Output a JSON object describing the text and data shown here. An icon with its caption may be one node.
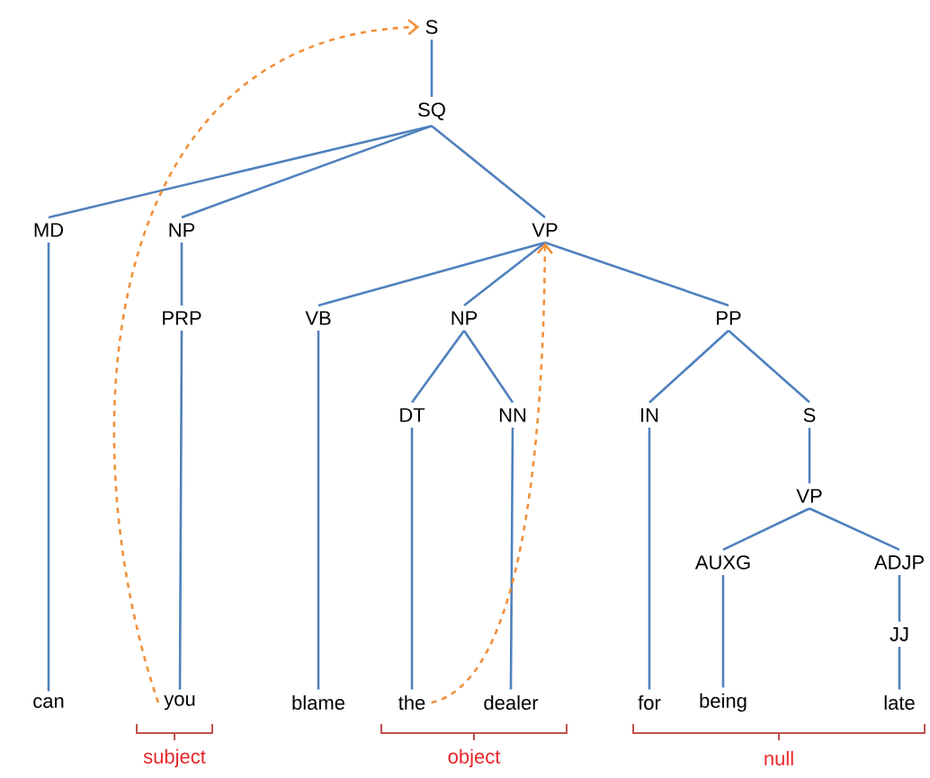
{
  "diagram": {
    "nodes": [
      {
        "text": [
          "S"
        ]
      },
      {
        "text": [
          "SQ"
        ]
      },
      {
        "text": [
          "MD"
        ]
      },
      {
        "text": [
          "NP"
        ]
      },
      {
        "text": [
          "VP"
        ]
      },
      {
        "text": [
          "PRP"
        ]
      },
      {
        "text": [
          "VB"
        ]
      },
      {
        "text": [
          "NP"
        ]
      },
      {
        "text": [
          "PP"
        ]
      },
      {
        "text": [
          "DT"
        ]
      },
      {
        "text": [
          "NN"
        ]
      },
      {
        "text": [
          "IN"
        ]
      },
      {
        "text": [
          "S"
        ]
      },
      {
        "text": [
          "VP"
        ]
      },
      {
        "text": [
          "AUXG"
        ]
      },
      {
        "text": [
          "ADJP"
        ]
      },
      {
        "text": [
          "JJ"
        ]
      },
      {
        "text": [
          "can"
        ]
      },
      {
        "text": [
          "you"
        ]
      },
      {
        "text": [
          "blame"
        ]
      },
      {
        "text": [
          "the"
        ]
      },
      {
        "text": [
          "dealer"
        ]
      },
      {
        "text": [
          "for"
        ]
      },
      {
        "text": [
          "being"
        ]
      },
      {
        "text": [
          "late"
        ]
      }
    ],
    "edges": [
      {
        "from": 0,
        "to": 1,
        "arrow": "none"
      },
      {
        "from": 1,
        "to": 2,
        "arrow": "none"
      },
      {
        "from": 1,
        "to": 3,
        "arrow": "none"
      },
      {
        "from": 1,
        "to": 4,
        "arrow": "none"
      },
      {
        "from": 3,
        "to": 5,
        "arrow": "none"
      },
      {
        "from": 4,
        "to": 6,
        "arrow": "none"
      },
      {
        "from": 4,
        "to": 7,
        "arrow": "none"
      },
      {
        "from": 4,
        "to": 8,
        "arrow": "none"
      },
      {
        "from": 7,
        "to": 9,
        "arrow": "none"
      },
      {
        "from": 7,
        "to": 10,
        "arrow": "none"
      },
      {
        "from": 8,
        "to": 11,
        "arrow": "none"
      },
      {
        "from": 8,
        "to": 12,
        "arrow": "none"
      },
      {
        "from": 12,
        "to": 13,
        "arrow": "none"
      },
      {
        "from": 13,
        "to": 14,
        "arrow": "none"
      },
      {
        "from": 13,
        "to": 15,
        "arrow": "none"
      },
      {
        "from": 15,
        "to": 16,
        "arrow": "none"
      },
      {
        "from": 2,
        "to": 17,
        "arrow": "none"
      },
      {
        "from": 5,
        "to": 18,
        "arrow": "none"
      },
      {
        "from": 6,
        "to": 19,
        "arrow": "none"
      },
      {
        "from": 9,
        "to": 20,
        "arrow": "none"
      },
      {
        "from": 10,
        "to": 21,
        "arrow": "none"
      },
      {
        "from": 11,
        "to": 22,
        "arrow": "none"
      },
      {
        "from": 14,
        "to": 23,
        "arrow": "none"
      },
      {
        "from": 16,
        "to": 24,
        "arrow": "none"
      },
      {
        "from": 18,
        "to": 0,
        "arrow": "to",
        "style": "dashed",
        "color": "#f0903c"
      },
      {
        "from": 20,
        "to": 4,
        "arrow": "to",
        "style": "dashed",
        "color": "#f0903c"
      }
    ],
    "labels": [
      "subject",
      "object",
      "null"
    ]
  }
}
